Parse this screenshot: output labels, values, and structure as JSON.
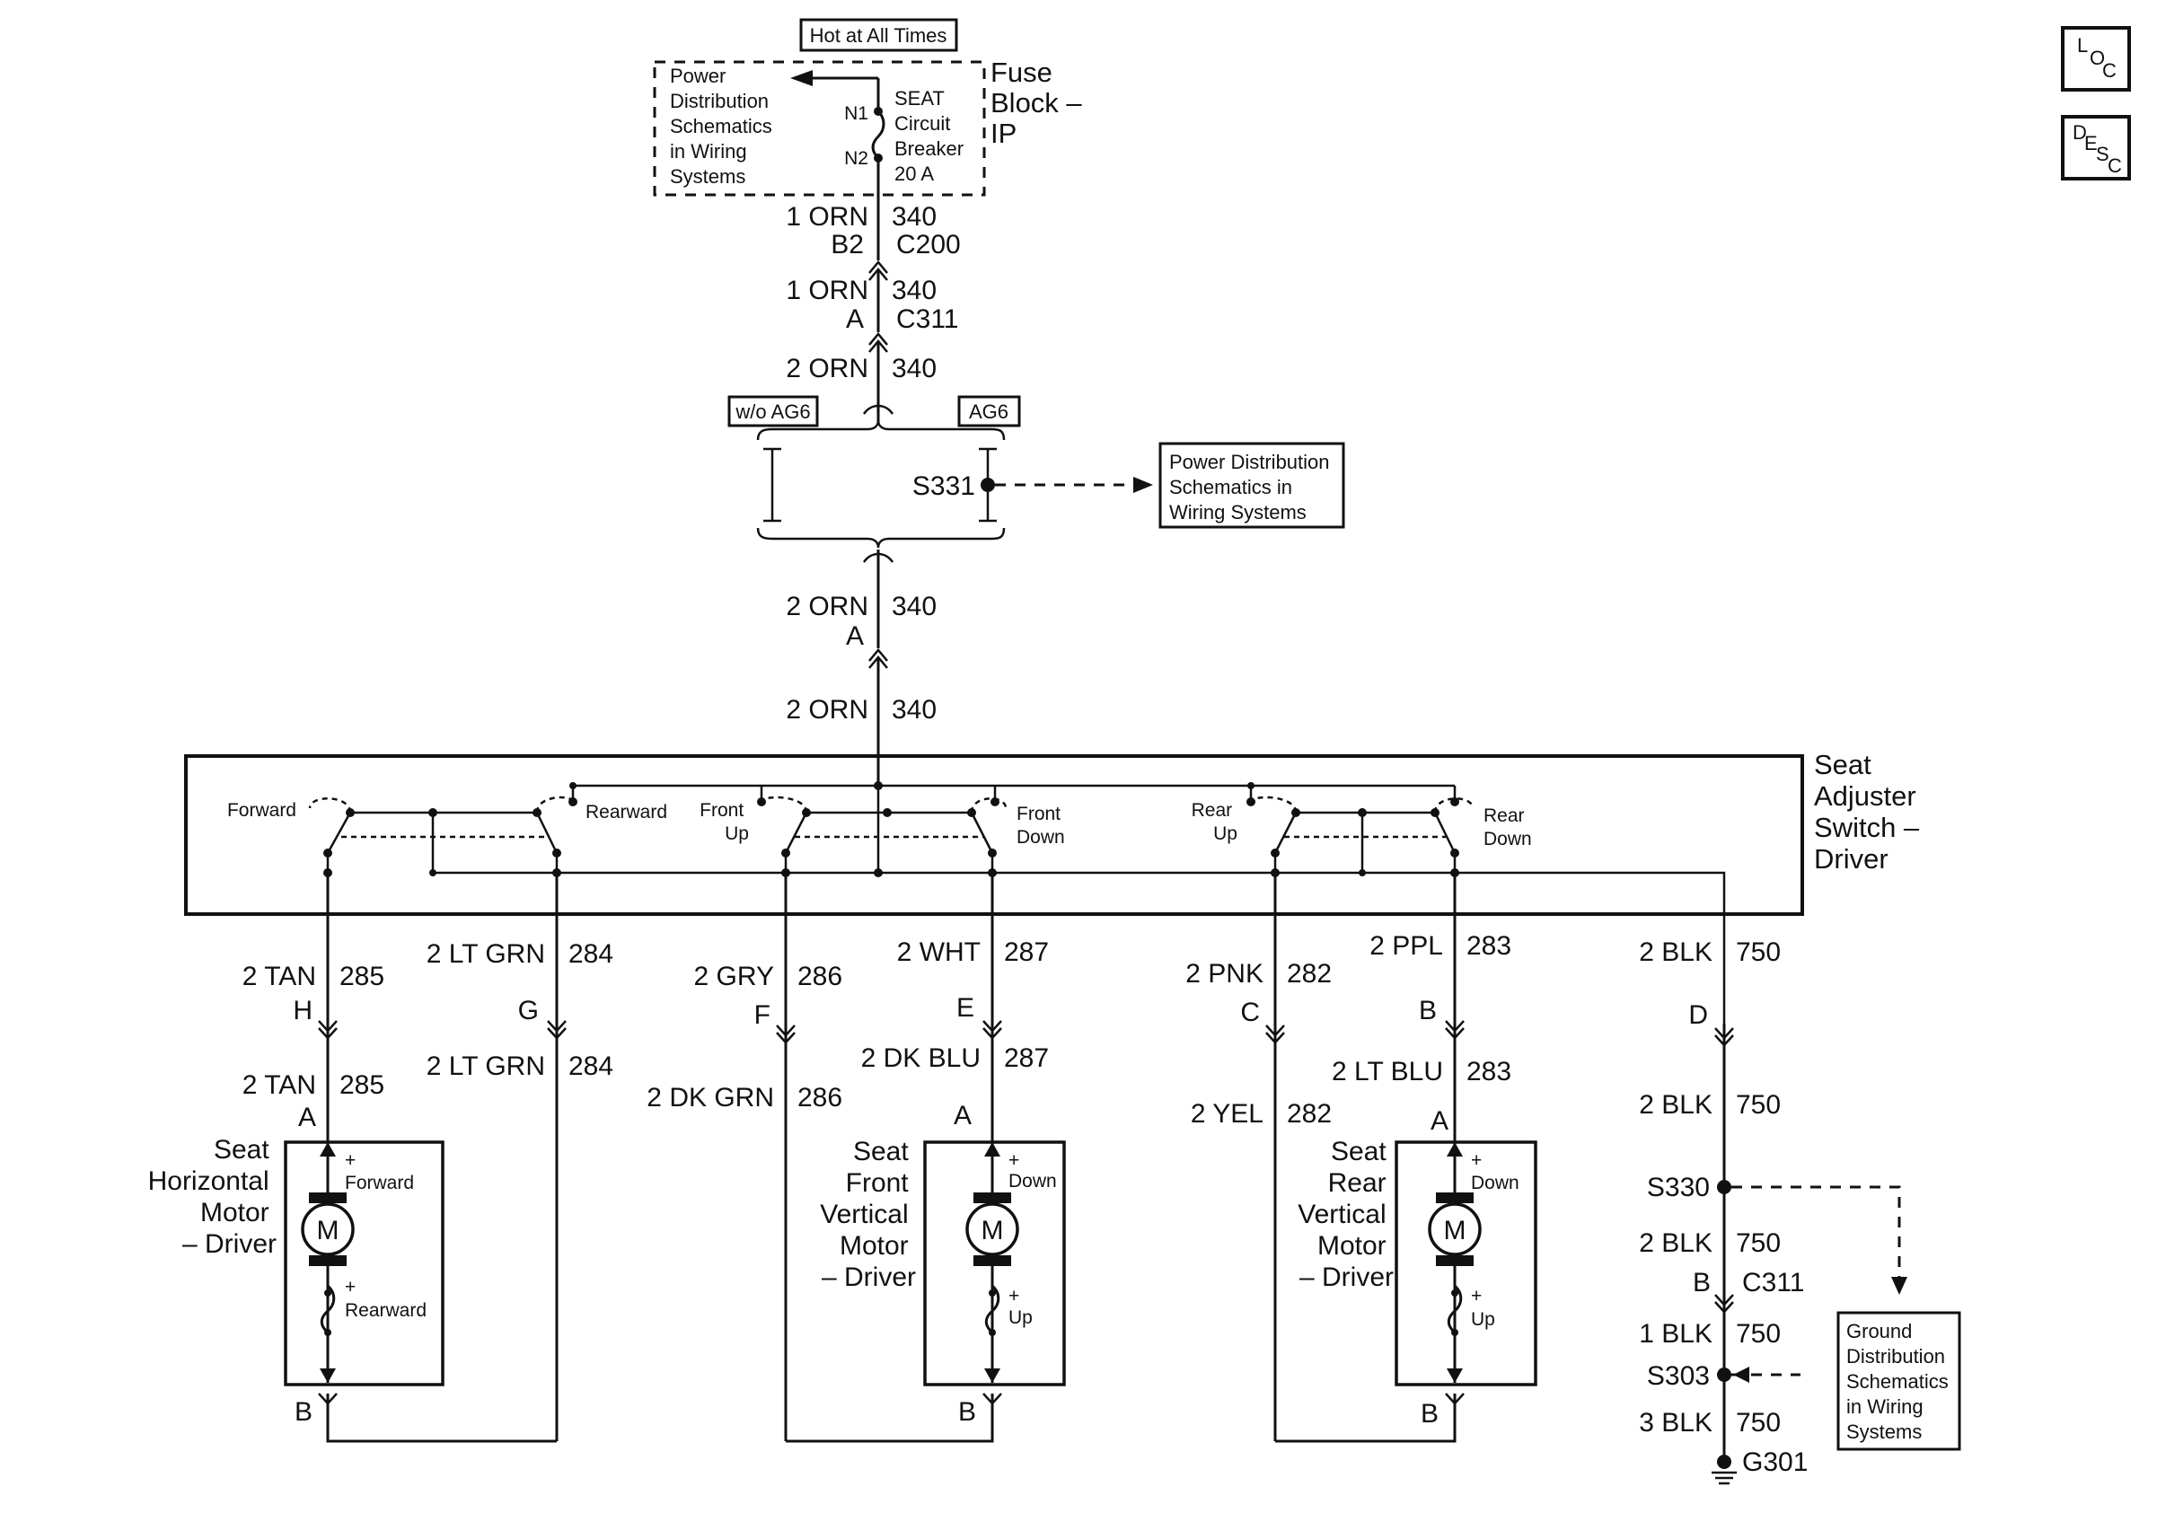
{
  "header": {
    "hot_label": "Hot at All Times",
    "power_dist_lines": [
      "Power",
      "Distribution",
      "Schematics",
      "in Wiring",
      "Systems"
    ],
    "fuse_block_lines": [
      "Fuse",
      "Block –",
      "IP"
    ],
    "breaker_lines": [
      "SEAT",
      "Circuit",
      "Breaker",
      "20 A"
    ],
    "n1": "N1",
    "n2": "N2"
  },
  "feed": {
    "w1_color": "1 ORN",
    "w1_circuit": "340",
    "c200_pin": "B2",
    "c200": "C200",
    "w2_color": "1 ORN",
    "w2_circuit": "340",
    "c311_pin": "A",
    "c311": "C311",
    "w3_color": "2 ORN",
    "w3_circuit": "340",
    "opt_left": "w/o AG6",
    "opt_right": "AG6",
    "splice": "S331",
    "splice_ref_lines": [
      "Power Distribution",
      "Schematics in",
      "Wiring Systems"
    ],
    "w4_color": "2 ORN",
    "w4_circuit": "340",
    "sw_pin": "A",
    "w5_color": "2 ORN",
    "w5_circuit": "340"
  },
  "switch": {
    "title_lines": [
      "Seat",
      "Adjuster",
      "Switch –",
      "Driver"
    ],
    "forward": "Forward",
    "rearward": "Rearward",
    "front_up_lines": [
      "Front",
      "Up"
    ],
    "front_down_lines": [
      "Front",
      "Down"
    ],
    "rear_up_lines": [
      "Rear",
      "Up"
    ],
    "rear_down_lines": [
      "Rear",
      "Down"
    ]
  },
  "circuits": {
    "h": {
      "color": "2 TAN",
      "circuit": "285",
      "pin": "H"
    },
    "g": {
      "color": "2 LT GRN",
      "circuit": "284",
      "pin": "G"
    },
    "f": {
      "color": "2 GRY",
      "circuit": "286",
      "pin": "F"
    },
    "e": {
      "color": "2 WHT",
      "circuit": "287",
      "pin": "E"
    },
    "c": {
      "color": "2 PNK",
      "circuit": "282",
      "pin": "C"
    },
    "b": {
      "color": "2 PPL",
      "circuit": "283",
      "pin": "B"
    },
    "d": {
      "color": "2 BLK",
      "circuit": "750",
      "pin": "D"
    }
  },
  "motors": {
    "horizontal": {
      "name_lines": [
        "Seat",
        "Horizontal",
        "Motor",
        "– Driver"
      ],
      "top_color": "2 TAN",
      "top_circuit": "285",
      "pin_a": "A",
      "side_color": "2 LT GRN",
      "side_circuit": "284",
      "plus_top": "+",
      "dir_top": "Forward",
      "plus_bottom": "+",
      "dir_bottom": "Rearward",
      "pin_b": "B",
      "m": "M"
    },
    "front": {
      "name_lines": [
        "Seat",
        "Front",
        "Vertical",
        "Motor",
        "– Driver"
      ],
      "top_color": "2 DK BLU",
      "top_circuit": "287",
      "pin_a": "A",
      "side_color": "2 DK GRN",
      "side_circuit": "286",
      "plus_top": "+",
      "dir_top": "Down",
      "plus_bottom": "+",
      "dir_bottom": "Up",
      "pin_b": "B",
      "m": "M"
    },
    "rear": {
      "name_lines": [
        "Seat",
        "Rear",
        "Vertical",
        "Motor",
        "– Driver"
      ],
      "top_color": "2 LT  BLU",
      "top_circuit": "283",
      "pin_a": "A",
      "side_color": "2 YEL",
      "side_circuit": "282",
      "plus_top": "+",
      "dir_top": "Down",
      "plus_bottom": "+",
      "dir_bottom": "Up",
      "pin_b": "B",
      "m": "M"
    }
  },
  "ground": {
    "w1_color": "2 BLK",
    "w1_circuit": "750",
    "s330": "S330",
    "w2_color": "2 BLK",
    "w2_circuit": "750",
    "c311_pin": "B",
    "c311": "C311",
    "w3_color": "1 BLK",
    "w3_circuit": "750",
    "s303": "S303",
    "w4_color": "3 BLK",
    "w4_circuit": "750",
    "g301": "G301",
    "ref_lines": [
      "Ground",
      "Distribution",
      "Schematics",
      "in Wiring",
      "Systems"
    ]
  },
  "icons": {
    "loc": {
      "a": "L",
      "b": "O",
      "c": "C"
    },
    "desc": {
      "a": "D",
      "b": "E",
      "c": "S",
      "d": "C"
    }
  }
}
